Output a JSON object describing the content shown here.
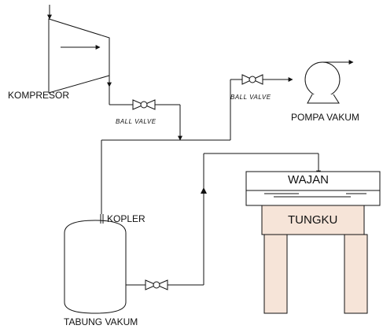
{
  "labels": {
    "kompresor": "KOMPRESOR",
    "ball_valve_1": "BALL VALVE",
    "ball_valve_2": "BALL VALVE",
    "pompa_vakum": "POMPA VAKUM",
    "wajan": "WAJAN",
    "tungku": "TUNGKU",
    "kopler": "KOPLER",
    "tabung_vakum": "TABUNG VAKUM"
  },
  "colors": {
    "tungku_fill": "#f6e4d8",
    "line": "#111111"
  }
}
